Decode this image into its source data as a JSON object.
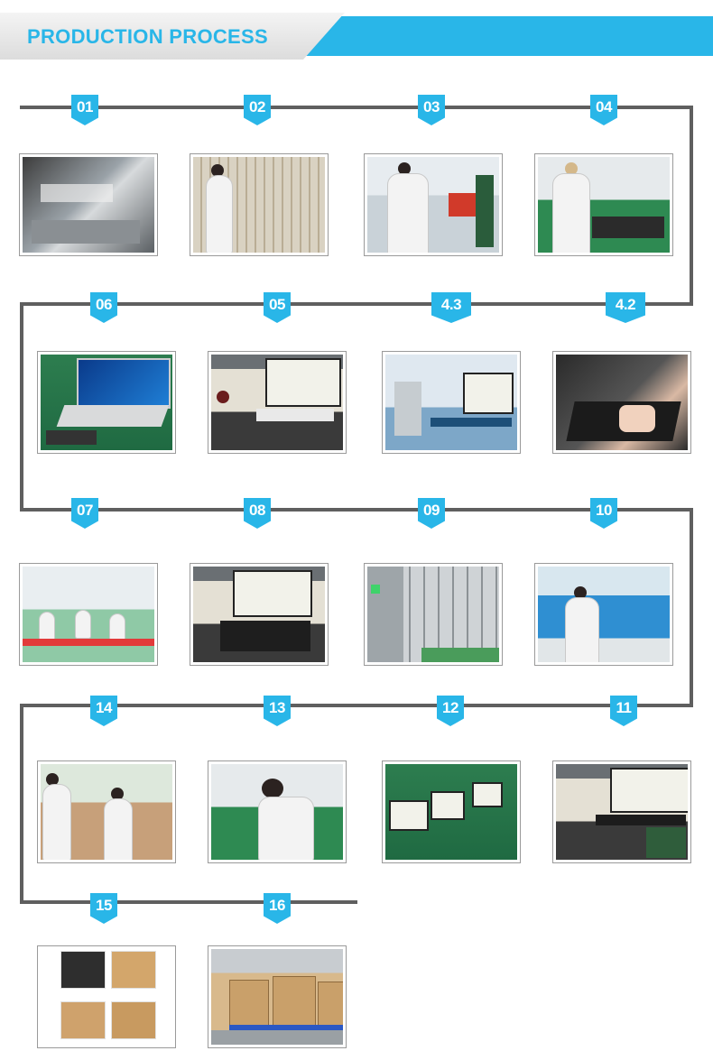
{
  "header": {
    "title": "PRODUCTION PROCESS"
  },
  "colors": {
    "accent": "#29b6e8",
    "line": "#5f5f5f"
  },
  "steps": [
    {
      "label": "01",
      "scene": "smt-machine-photo"
    },
    {
      "label": "02",
      "scene": "component-shelves-photo"
    },
    {
      "label": "03",
      "scene": "test-bench-photo"
    },
    {
      "label": "04",
      "scene": "assembly-line-photo"
    },
    {
      "label": "4.2",
      "scene": "battery-pack-photo"
    },
    {
      "label": "4.3",
      "scene": "welding-station-photo"
    },
    {
      "label": "05",
      "scene": "pc-testing-photo"
    },
    {
      "label": "06",
      "scene": "laptop-test-photo"
    },
    {
      "label": "07",
      "scene": "production-hall-photo"
    },
    {
      "label": "08",
      "scene": "inspection-photo"
    },
    {
      "label": "09",
      "scene": "aging-rack-photo"
    },
    {
      "label": "10",
      "scene": "warehouse-bins-photo"
    },
    {
      "label": "11",
      "scene": "data-check-photo"
    },
    {
      "label": "12",
      "scene": "laptop-verify-photo"
    },
    {
      "label": "13",
      "scene": "qc-worker-photo"
    },
    {
      "label": "14",
      "scene": "packing-photo"
    },
    {
      "label": "15",
      "scene": "packaging-catalog-photo"
    },
    {
      "label": "16",
      "scene": "shipping-pallets-photo"
    }
  ]
}
